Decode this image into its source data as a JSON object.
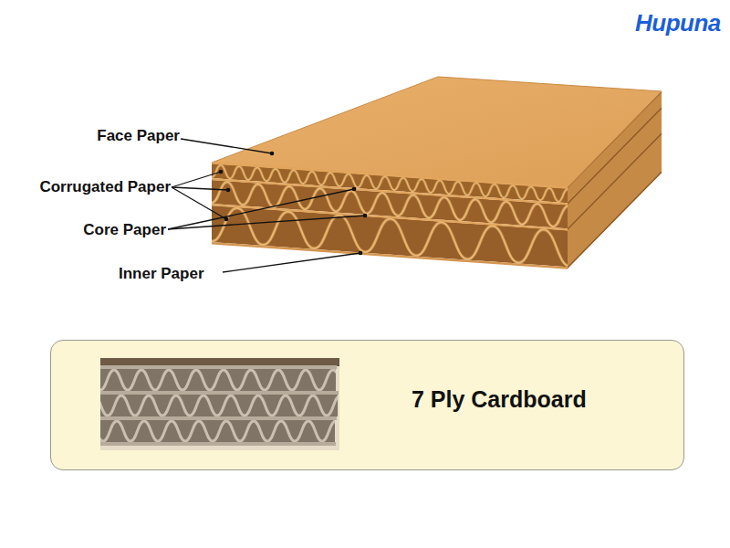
{
  "diagram": {
    "nodes": [
      {
        "text": [
          "7 Ply Cardboard"
        ]
      }
    ],
    "labels": [
      "Hupuna",
      "Face Paper",
      "Corrugated Paper",
      "Core Paper",
      "Inner Paper"
    ]
  }
}
